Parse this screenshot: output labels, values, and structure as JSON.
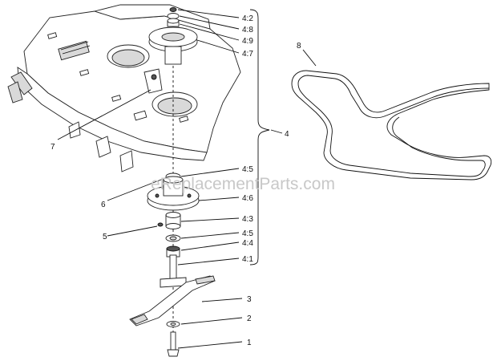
{
  "watermark": "eReplacementParts.com",
  "callouts": {
    "c4_2": "4:2",
    "c4_8": "4:8",
    "c4_9": "4:9",
    "c4_7": "4:7",
    "c8": "8",
    "c4": "4",
    "c7": "7",
    "c4_5a": "4:5",
    "c6": "6",
    "c4_6": "4:6",
    "c4_3": "4:3",
    "c5": "5",
    "c4_5b": "4:5",
    "c4_4": "4:4",
    "c4_1": "4:1",
    "c3": "3",
    "c2": "2",
    "c1": "1"
  }
}
